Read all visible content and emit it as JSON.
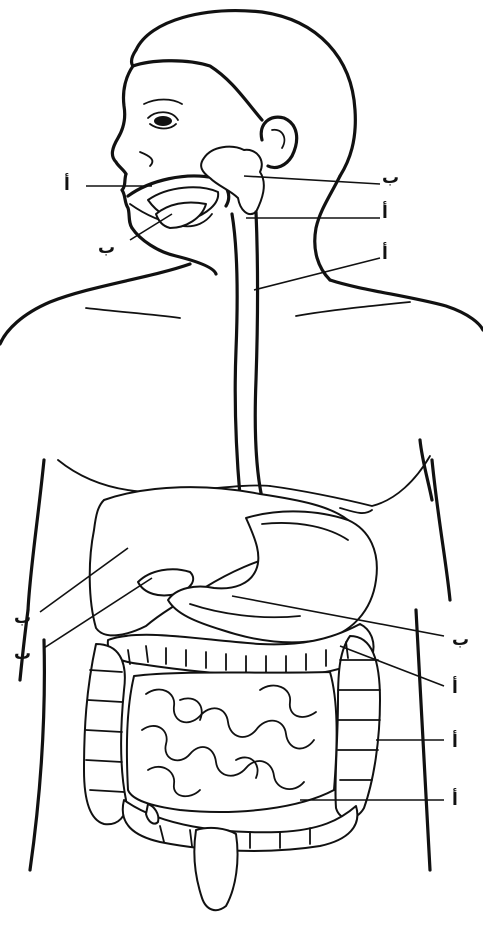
{
  "labels": {
    "mouth_left": "أ",
    "tongue_left": "ب",
    "salivary_right": "ب",
    "pharynx_right": "أ",
    "esophagus_right": "أ",
    "liver_left": "ب",
    "gallbladder_left": "ب",
    "stomach_right": "ب",
    "transverse_colon_right": "أ",
    "ascending_right": "أ",
    "small_intestine_right": "أ"
  }
}
